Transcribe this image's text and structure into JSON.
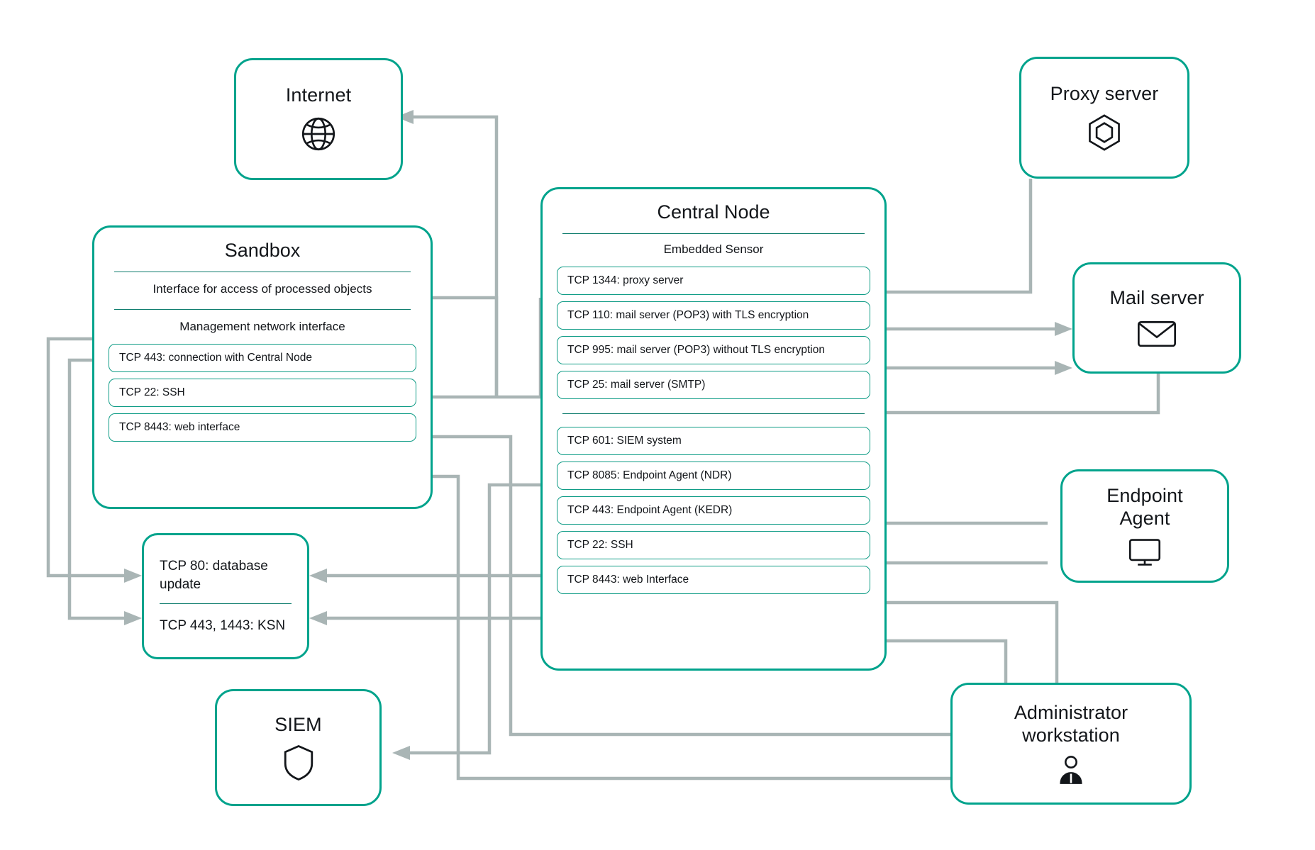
{
  "diagram": {
    "title": "Kaspersky Anti Targeted Attack network ports diagram",
    "accent_color": "#00a38c",
    "wire_color": "#a9b5b5",
    "text_color": "#13161a"
  },
  "nodes": {
    "internet": {
      "label": "Internet",
      "icon": "globe-icon"
    },
    "proxy_server": {
      "label": "Proxy server",
      "icon": "hexagon-cube-icon"
    },
    "mail_server": {
      "label": "Mail server",
      "icon": "envelope-icon"
    },
    "endpoint_agent": {
      "label": "Endpoint\nAgent",
      "label_line1": "Endpoint",
      "label_line2": "Agent",
      "icon": "monitor-icon"
    },
    "administrator_workstation": {
      "label_line1": "Administrator",
      "label_line2": "workstation",
      "icon": "user-icon"
    },
    "siem": {
      "label": "SIEM",
      "icon": "shield-icon"
    },
    "update_sources": {
      "rows": [
        "TCP 80: database update",
        "TCP 443, 1443: KSN"
      ]
    },
    "sandbox": {
      "title": "Sandbox",
      "sections": [
        {
          "label": "Interface for access of processed objects",
          "ports": []
        },
        {
          "label": "Management network interface",
          "ports": [
            "TCP 443: connection with Central Node",
            "TCP 22: SSH",
            "TCP 8443: web interface"
          ]
        }
      ]
    },
    "central_node": {
      "title": "Central Node",
      "sections": [
        {
          "label": "Embedded Sensor",
          "ports": [
            "TCP 1344: proxy server",
            "TCP 110: mail server (POP3) with TLS encryption",
            "TCP 995: mail server (POP3) without TLS encryption",
            "TCP 25: mail server (SMTP)"
          ]
        },
        {
          "label": "",
          "ports": [
            "TCP 601: SIEM system",
            "TCP 8085: Endpoint Agent (NDR)",
            "TCP 443: Endpoint Agent (KEDR)",
            "TCP 22: SSH",
            "TCP 8443: web Interface"
          ]
        }
      ]
    }
  },
  "connections": [
    {
      "from": "central-node",
      "to": "internet",
      "direction": "to-internet"
    },
    {
      "from": "central-node",
      "to": "sandbox-processed-objects",
      "direction": "to-sandbox"
    },
    {
      "from": "proxy-server",
      "to": "tcp-1344-proxy-server",
      "direction": "inbound"
    },
    {
      "from": "tcp-110-pop3-tls",
      "to": "mail-server",
      "direction": "outbound"
    },
    {
      "from": "tcp-995-pop3-no-tls",
      "to": "mail-server",
      "direction": "outbound"
    },
    {
      "from": "mail-server",
      "to": "tcp-25-smtp",
      "direction": "inbound"
    },
    {
      "from": "central-node",
      "to": "sandbox-tcp-443",
      "direction": "inbound"
    },
    {
      "from": "administrator-workstation",
      "to": "sandbox-tcp-22",
      "direction": "inbound"
    },
    {
      "from": "administrator-workstation",
      "to": "sandbox-tcp-8443",
      "direction": "inbound"
    },
    {
      "from": "sandbox",
      "to": "tcp-80-database-update",
      "direction": "inbound"
    },
    {
      "from": "sandbox",
      "to": "tcp-443-1443-ksn",
      "direction": "inbound"
    },
    {
      "from": "central-node",
      "to": "tcp-80-database-update",
      "direction": "inbound"
    },
    {
      "from": "central-node",
      "to": "tcp-443-1443-ksn",
      "direction": "inbound"
    },
    {
      "from": "tcp-601-siem-system",
      "to": "siem",
      "direction": "outbound"
    },
    {
      "from": "endpoint-agent",
      "to": "tcp-8085-endpoint-agent-ndr",
      "direction": "inbound"
    },
    {
      "from": "endpoint-agent",
      "to": "tcp-443-endpoint-agent-kedr",
      "direction": "inbound"
    },
    {
      "from": "administrator-workstation",
      "to": "tcp-22-ssh",
      "direction": "inbound"
    },
    {
      "from": "administrator-workstation",
      "to": "tcp-8443-web-interface",
      "direction": "inbound"
    }
  ]
}
